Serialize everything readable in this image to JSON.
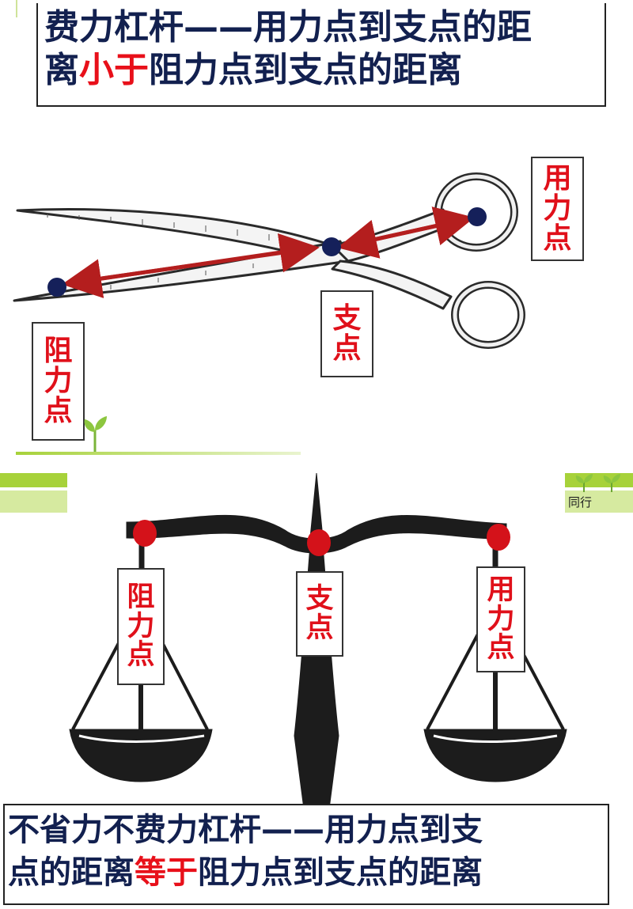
{
  "top_title": {
    "line1": "费力杠杆——用力点到支点的距",
    "line2_a": "离",
    "line2_red": "小于",
    "line2_b": "阻力点到支点的距离"
  },
  "scissors": {
    "effort_label": [
      "用",
      "力",
      "点"
    ],
    "fulcrum_label": [
      "支",
      "点"
    ],
    "load_label": [
      "阻",
      "力",
      "点"
    ]
  },
  "balance": {
    "load_label": [
      "阻",
      "力",
      "点"
    ],
    "fulcrum_label": [
      "支",
      "点"
    ],
    "effort_label": [
      "用",
      "力",
      "点"
    ]
  },
  "corner_tag": "同行",
  "bottom_title": {
    "line1": "不省力不费力杠杆——用力点到支",
    "line2_a": "点的距离",
    "line2_red": "等于",
    "line2_b": "阻力点到支点的距离"
  },
  "colors": {
    "title": "#12204f",
    "highlight": "#e8101a",
    "arrow": "#b41e1e",
    "dot": "#15205a",
    "stripe_green": "#a7d23a"
  }
}
